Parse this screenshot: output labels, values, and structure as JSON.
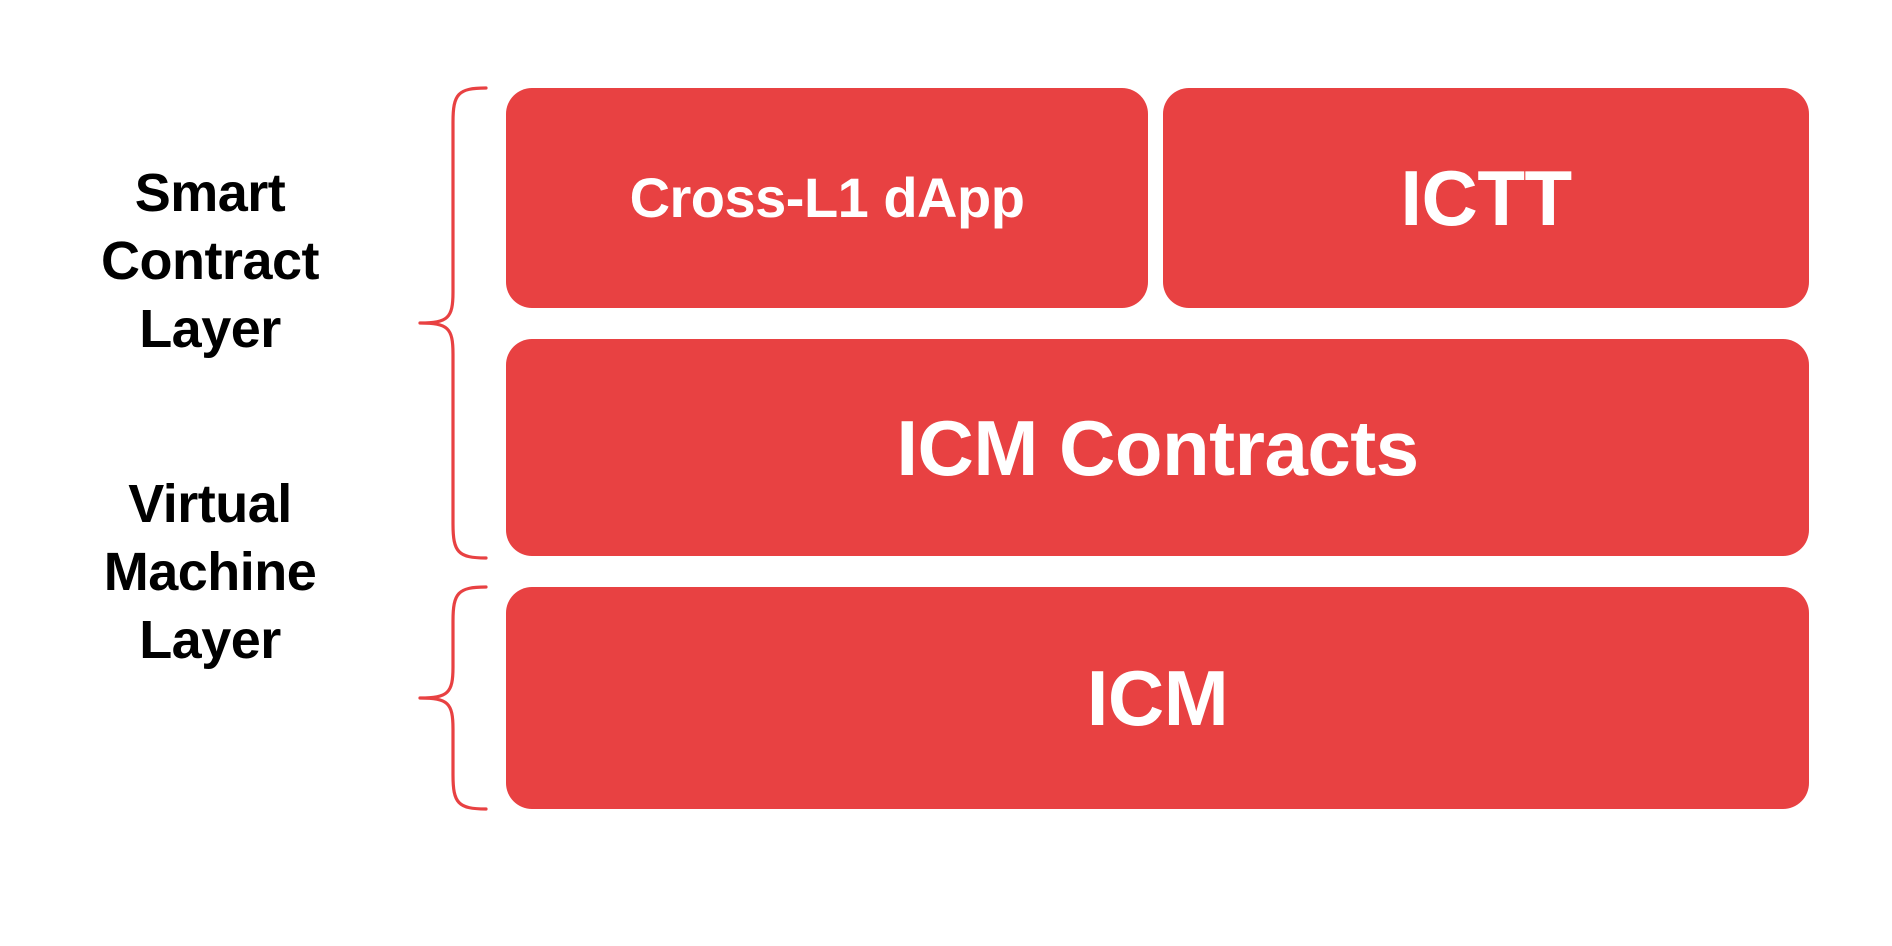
{
  "diagram": {
    "title": "Smart Contract Layer and Virtual Machine Layer stack",
    "background_color": "#FFFFFF",
    "accent_color": "#E84142",
    "label_color": "#000000",
    "box_text_color": "#FFFFFF"
  },
  "layers": [
    {
      "id": "smart-contract-layer",
      "label": "Smart\nContract\nLayer",
      "brace_color": "#E84142"
    },
    {
      "id": "virtual-machine-layer",
      "label": "Virtual\nMachine\nLayer",
      "brace_color": "#E84142"
    }
  ],
  "boxes": {
    "cross_l1_dapp": {
      "label": "Cross-L1 dApp",
      "layer": "smart-contract-layer",
      "fill": "#E84142"
    },
    "ictt": {
      "label": "ICTT",
      "layer": "smart-contract-layer",
      "fill": "#E84142"
    },
    "icm_contracts": {
      "label": "ICM Contracts",
      "layer": "smart-contract-layer",
      "fill": "#E84142"
    },
    "icm": {
      "label": "ICM",
      "layer": "virtual-machine-layer",
      "fill": "#E84142"
    }
  }
}
